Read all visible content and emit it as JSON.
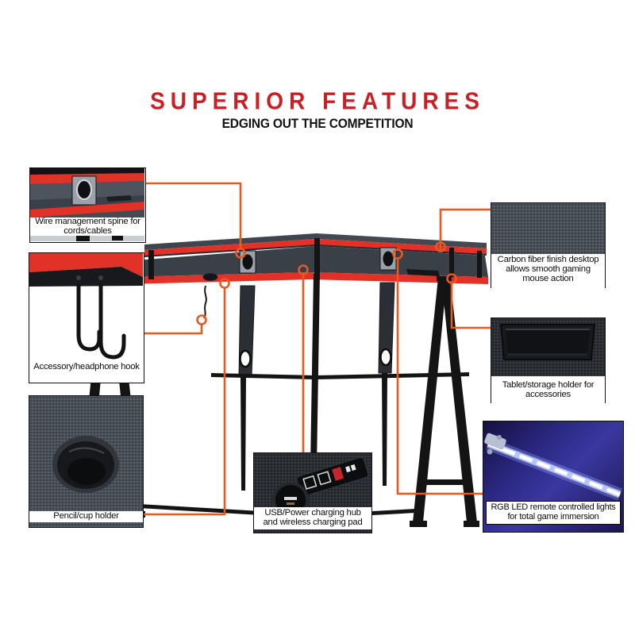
{
  "header": {
    "title": "SUPERIOR FEATURES",
    "subtitle": "EDGING OUT THE COMPETITION"
  },
  "callouts": {
    "wire_management": {
      "label": "Wire management spine for cords/cables"
    },
    "headphone_hook": {
      "label": "Accessory/headphone hook"
    },
    "pencil_cup": {
      "label": "Pencil/cup holder"
    },
    "usb_power": {
      "label": "USB/Power charging hub and wireless charging pad"
    },
    "carbon_fiber": {
      "label": "Carbon fiber finish desktop allows smooth gaming mouse action"
    },
    "tablet_storage": {
      "label": "Tablet/storage holder for accessories"
    },
    "rgb_led": {
      "label": "RGB LED remote controlled lights for total game immersion"
    }
  },
  "colors": {
    "accent_red": "#c92026",
    "trim_red": "#e23227",
    "connector_orange": "#e8581f",
    "frame_black": "#141414",
    "led_blue": "#3a37a0"
  }
}
